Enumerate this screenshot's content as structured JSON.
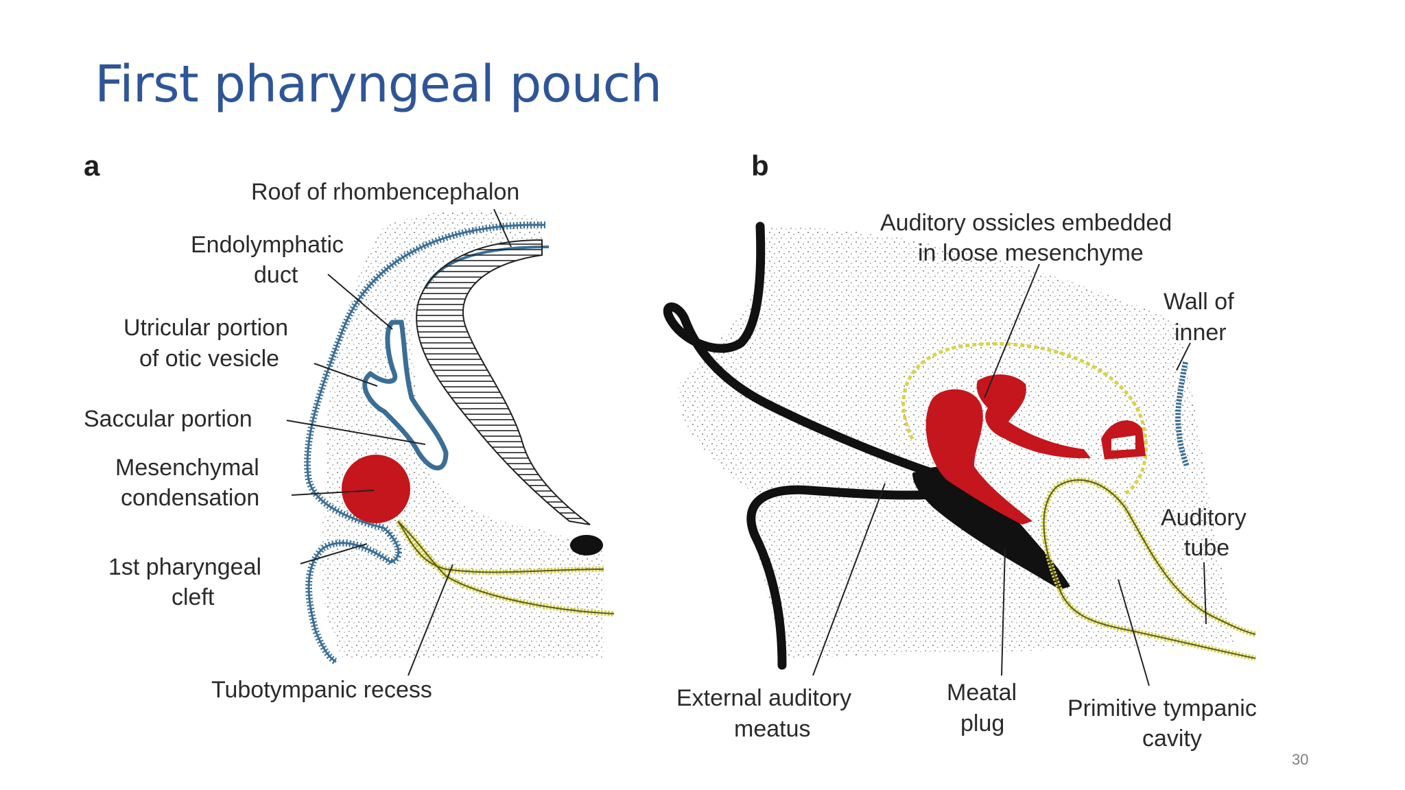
{
  "slide": {
    "title": "First pharyngeal pouch",
    "page_number": "30"
  },
  "panel_a": {
    "letter": "a",
    "labels": {
      "roof": "Roof of rhombencephalon",
      "endo_1": "Endolymphatic",
      "endo_2": "duct",
      "utric_1": "Utricular portion",
      "utric_2": "of otic vesicle",
      "saccular": "Saccular portion",
      "mesen_1": "Mesenchymal",
      "mesen_2": "condensation",
      "cleft_1": "1st pharyngeal",
      "cleft_2": "cleft",
      "tubo": "Tubotympanic recess"
    }
  },
  "panel_b": {
    "letter": "b",
    "labels": {
      "ossicles_1": "Auditory ossicles embedded",
      "ossicles_2": "in loose mesenchyme",
      "wall_1": "Wall of",
      "wall_2": "inner",
      "tube_1": "Auditory",
      "tube_2": "tube",
      "ext_1": "External auditory",
      "ext_2": "meatus",
      "plug_1": "Meatal",
      "plug_2": "plug",
      "prim_1": "Primitive tympanic",
      "prim_2": "cavity"
    }
  },
  "colors": {
    "title": "#2f5597",
    "blue_epithelium": "#3a6e96",
    "yellow_endoderm": "#d8d24a",
    "red_condensation": "#c4161c",
    "black": "#111111"
  }
}
